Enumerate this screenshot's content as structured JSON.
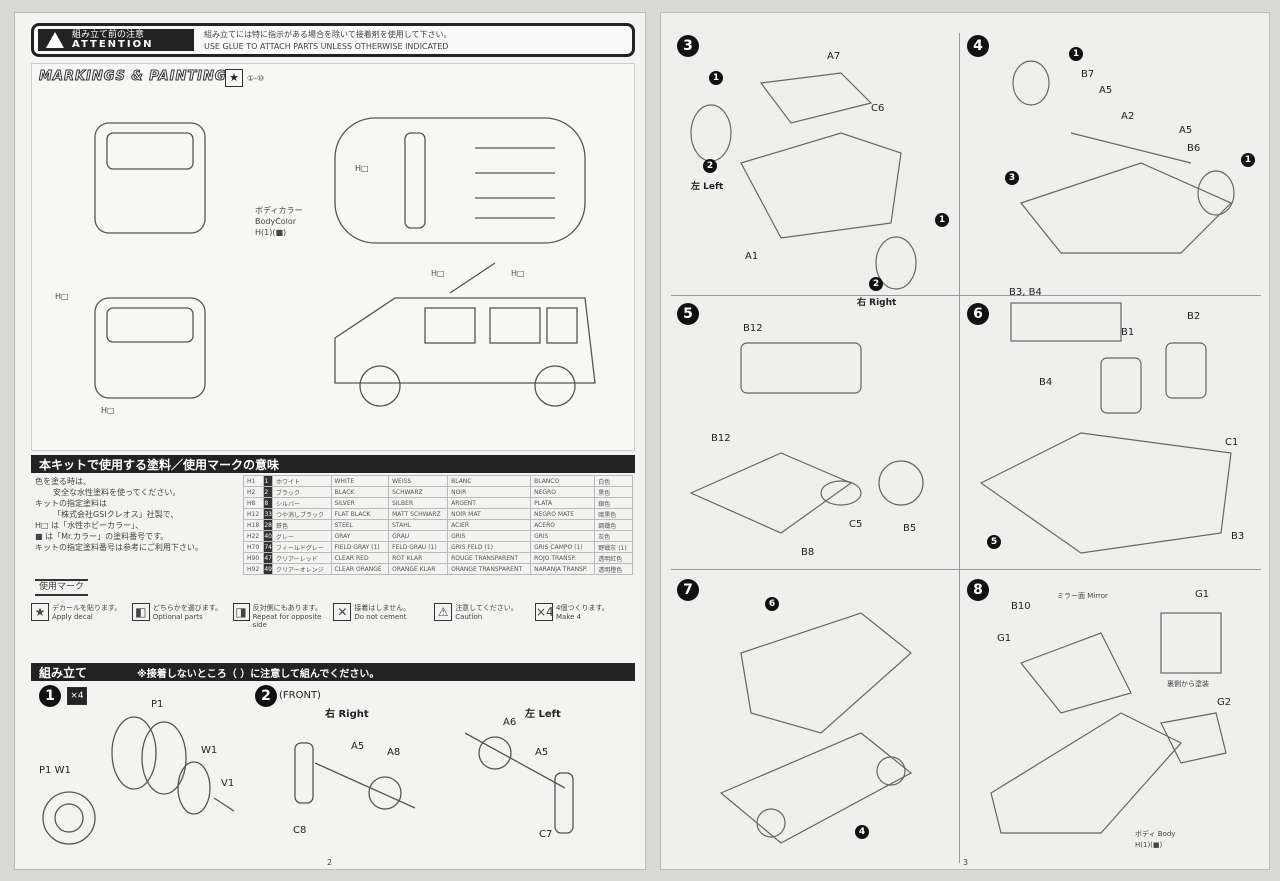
{
  "left_page": {
    "attention": {
      "jp": "組み立て前の注意",
      "en": "ATTENTION",
      "text_jp": "組み立てには特に指示がある場合を除いて接着剤を使用して下さい。",
      "text_en": "USE GLUE TO ATTACH PARTS UNLESS OTHERWISE INDICATED"
    },
    "markings": {
      "title": "MARKINGS & PAINTING",
      "decal_ref": "①-⑩",
      "body_color_jp": "ボディカラー",
      "body_color_en": "BodyColor",
      "body_color_code": "H(1)(■)",
      "labels": [
        "H□",
        "H□",
        "H□",
        "H□",
        "H□"
      ]
    },
    "paints": {
      "title": "本キットで使用する塗料／使用マークの意味",
      "notes": [
        "色を塗る時は、",
        "安全な水性塗料を使ってください。",
        "キットの指定塗料は",
        "「株式会社GSIクレオス」社製で、",
        "H□ は「水性ホビーカラー」、",
        "■ は「Mr.カラー」の塗料番号です。",
        "キットの指定塗料番号は参考にご利用下さい。"
      ],
      "rows": [
        [
          "H1",
          "1",
          "ホワイト",
          "WHITE",
          "WEISS",
          "BLANC",
          "BLANCO",
          "白色"
        ],
        [
          "H2",
          "2",
          "ブラック",
          "BLACK",
          "SCHWARZ",
          "NOIR",
          "NEGRO",
          "黒色"
        ],
        [
          "H8",
          "8",
          "シルバー",
          "SILVER",
          "SILBER",
          "ARGENT",
          "PLATA",
          "銀色"
        ],
        [
          "H12",
          "33",
          "つや消しブラック",
          "FLAT BLACK",
          "MATT SCHWARZ",
          "NOIR MAT",
          "NEGRO MATE",
          "暗黒色"
        ],
        [
          "H18",
          "28",
          "鉄色",
          "STEEL",
          "STAHL",
          "ACIER",
          "ACERO",
          "鋼鐵色"
        ],
        [
          "H22",
          "40",
          "グレー",
          "GRAY",
          "GRAU",
          "GRIS",
          "GRIS",
          "灰色"
        ],
        [
          "H70",
          "74",
          "フィールドグレー",
          "FIELD GRAY (1)",
          "FELD GRAU (1)",
          "GRIS FELD (1)",
          "GRIS CAMPO (1)",
          "野戦灰 (1)"
        ],
        [
          "H90",
          "47",
          "クリアーレッド",
          "CLEAR RED",
          "ROT KLAR",
          "ROUGE TRANSPARENT",
          "ROJO TRANSP.",
          "透明紅色"
        ],
        [
          "H92",
          "49",
          "クリアーオレンジ",
          "CLEAR ORANGE",
          "ORANGE KLAR",
          "ORANGE TRANSPARENT",
          "NARANJA TRANSP.",
          "透明橙色"
        ]
      ],
      "marks_title": "使用マーク",
      "marks": [
        {
          "icon": "star-icon",
          "jp": "デカールを貼ります。",
          "en": "Apply decal"
        },
        {
          "icon": "choice-icon",
          "jp": "どちらかを選びます。",
          "en": "Optional parts"
        },
        {
          "icon": "opposite-side-icon",
          "jp": "反対側にもあります。",
          "en": "Repeat for opposite side"
        },
        {
          "icon": "no-glue-icon",
          "jp": "接着はしません。",
          "en": "Do not cement"
        },
        {
          "icon": "warning-icon",
          "jp": "注意してください。",
          "en": "Caution"
        },
        {
          "icon": "x4-icon",
          "jp": "4個つくります。",
          "en": "Make 4"
        }
      ]
    },
    "assembly": {
      "title": "組み立て",
      "note": "※接着しないところ（ ）に注意して組んでください。",
      "step1": {
        "num": "1",
        "mult": "×4",
        "parts": [
          "P1",
          "W1",
          "V1",
          "P1 W1"
        ]
      },
      "step2": {
        "num": "2",
        "front": "(FRONT)",
        "right": "右 Right",
        "left": "左 Left",
        "parts": [
          "A5",
          "A8",
          "A6",
          "A5",
          "C8",
          "C7"
        ]
      }
    },
    "page_number": "2"
  },
  "right_page": {
    "step3": {
      "num": "3",
      "parts": [
        "A7",
        "C6",
        "A1"
      ],
      "left": "左 Left",
      "right": "右 Right"
    },
    "step4": {
      "num": "4",
      "parts": [
        "B7",
        "A5",
        "A2",
        "A5",
        "B6"
      ]
    },
    "step5": {
      "num": "5",
      "parts": [
        "B12",
        "B12",
        "C5",
        "B5",
        "B8"
      ]
    },
    "step6": {
      "num": "6",
      "parts": [
        "B3, B4",
        "B1",
        "B2",
        "B4",
        "C1",
        "B3"
      ]
    },
    "step7": {
      "num": "7"
    },
    "step8": {
      "num": "8",
      "parts": [
        "B10",
        "G1",
        "G1",
        "G2"
      ],
      "mirror": "ミラー面 Mirror",
      "paint_inside": "裏側から塗装",
      "body": "ボディ Body",
      "body_code": "H(1)(■)"
    },
    "page_number": "3"
  }
}
